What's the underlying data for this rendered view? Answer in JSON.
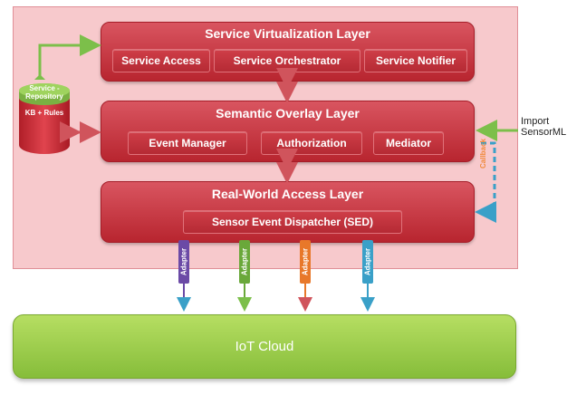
{
  "layers": {
    "service_virtualization": {
      "title": "Service Virtualization Layer",
      "modules": [
        "Service Access",
        "Service Orchestrator",
        "Service Notifier"
      ]
    },
    "semantic_overlay": {
      "title": "Semantic Overlay Layer",
      "modules": [
        "Event Manager",
        "Authorization",
        "Mediator"
      ]
    },
    "real_world_access": {
      "title": "Real-World Access Layer",
      "modules": [
        "Sensor Event Dispatcher (SED)"
      ]
    }
  },
  "repository": {
    "label_top": "Service - Repository",
    "label_bottom": "KB + Rules"
  },
  "adapters": [
    {
      "label": "Adapter",
      "color": "#6b4aa6"
    },
    {
      "label": "Adapter",
      "color": "#6aa83a"
    },
    {
      "label": "Adapter",
      "color": "#e8782a"
    },
    {
      "label": "Adapter",
      "color": "#3aa0c8"
    }
  ],
  "import_label": {
    "line1": "Import",
    "line2": "SensorML"
  },
  "callback_label": "Callback",
  "cloud": {
    "label": "IoT Cloud"
  },
  "colors": {
    "layer_red": "#c0303a",
    "panel_pink": "#f7c9cc",
    "cloud_green": "#9ccc4a",
    "arrow_green": "#7cbf4a",
    "callback_blue": "#3aa0c8"
  }
}
